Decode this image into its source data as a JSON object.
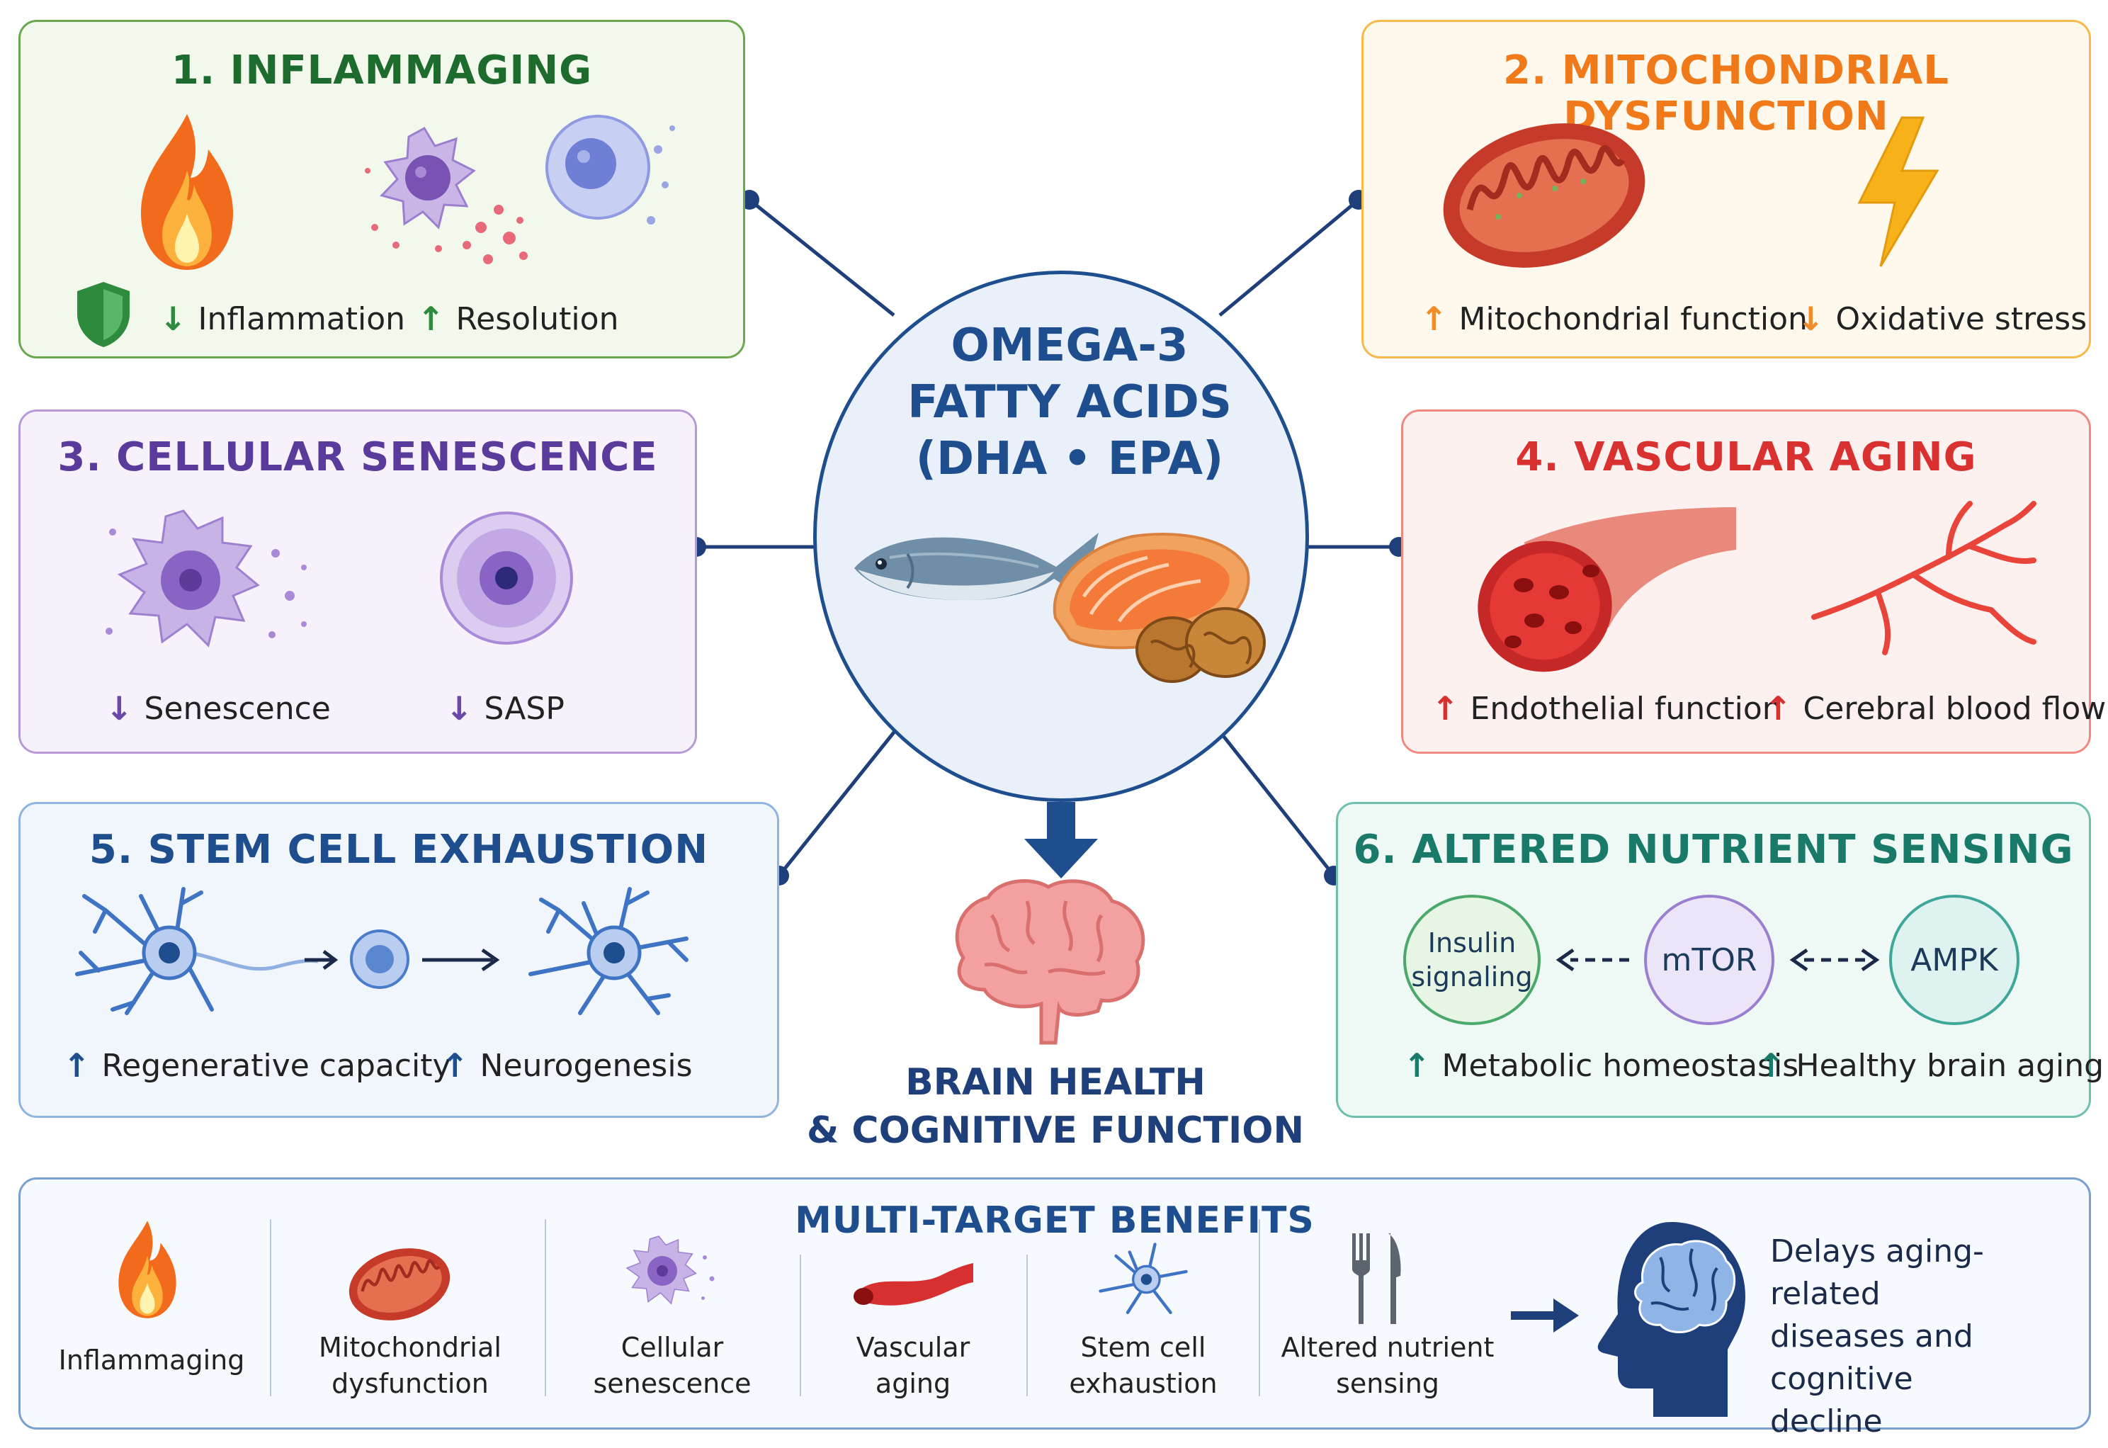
{
  "center": {
    "title_lines": [
      "OMEGA-3",
      "FATTY ACIDS",
      "(DHA • EPA)"
    ],
    "output_lines": [
      "BRAIN HEALTH",
      "& COGNITIVE FUNCTION"
    ]
  },
  "panels": [
    {
      "title": "1. INFLAMMAGING",
      "color": "#1e6b2e",
      "bullets": [
        {
          "arrow": "↓",
          "text": "Inflammation"
        },
        {
          "arrow": "↑",
          "text": "Resolution"
        }
      ]
    },
    {
      "title": "2. MITOCHONDRIAL DYSFUNCTION",
      "color": "#f07a1a",
      "bullets": [
        {
          "arrow": "↑",
          "text": "Mitochondrial function"
        },
        {
          "arrow": "↓",
          "text": "Oxidative stress"
        }
      ]
    },
    {
      "title": "3. CELLULAR SENESCENCE",
      "color": "#5a3a9a",
      "bullets": [
        {
          "arrow": "↓",
          "text": "Senescence"
        },
        {
          "arrow": "↓",
          "text": "SASP"
        }
      ]
    },
    {
      "title": "4. VASCULAR AGING",
      "color": "#d93030",
      "bullets": [
        {
          "arrow": "↑",
          "text": "Endothelial function"
        },
        {
          "arrow": "↑",
          "text": "Cerebral blood flow"
        }
      ]
    },
    {
      "title": "5. STEM CELL EXHAUSTION",
      "color": "#1f4e8e",
      "bullets": [
        {
          "arrow": "↑",
          "text": "Regenerative capacity"
        },
        {
          "arrow": "↑",
          "text": "Neurogenesis"
        }
      ]
    },
    {
      "title": "6. ALTERED NUTRIENT SENSING",
      "color": "#1a7a6a",
      "bullets": [
        {
          "arrow": "↑",
          "text": "Metabolic homeostasis"
        },
        {
          "arrow": "↑",
          "text": "Healthy brain aging"
        }
      ],
      "nodes": {
        "insulin": [
          "Insulin",
          "signaling"
        ],
        "mtor": "mTOR",
        "ampk": "AMPK"
      }
    }
  ],
  "benefits": {
    "title": "MULTI-TARGET BENEFITS",
    "items": [
      {
        "lines": [
          "Inflammaging"
        ]
      },
      {
        "lines": [
          "Mitochondrial",
          "dysfunction"
        ]
      },
      {
        "lines": [
          "Cellular",
          "senescence"
        ]
      },
      {
        "lines": [
          "Vascular",
          "aging"
        ]
      },
      {
        "lines": [
          "Stem cell",
          "exhaustion"
        ]
      },
      {
        "lines": [
          "Altered nutrient",
          "sensing"
        ]
      }
    ],
    "outcome_lines": [
      "Delays aging-related",
      "diseases and cognitive",
      "decline"
    ]
  },
  "colors": {
    "connector": "#1f3f7a",
    "panel1_bg": "#f3f8ec",
    "panel1_border": "#6aa84f",
    "panel2_bg": "#fff8ec",
    "panel2_border": "#f6b94a",
    "panel3_bg": "#f6f1fa",
    "panel3_border": "#b79ad6",
    "panel4_bg": "#fdf1f0",
    "panel4_border": "#ef8a82",
    "panel5_bg": "#f1f6fc",
    "panel5_border": "#8fb4dd",
    "panel6_bg": "#eef8f5",
    "panel6_border": "#6fbfae",
    "benefits_bg": "#f6f9fd",
    "benefits_border": "#7aa0cf"
  },
  "icons": [
    "flame-icon",
    "shield-icon",
    "immune-cell-icon",
    "mitochondrion-icon",
    "lightning-icon",
    "senescent-cell-icon",
    "healthy-cell-icon",
    "blood-vessel-icon",
    "capillary-icon",
    "neuron-icon",
    "stem-cell-icon",
    "fish-icon",
    "salmon-steak-icon",
    "walnut-icon",
    "brain-icon",
    "fork-knife-icon",
    "head-brain-icon"
  ]
}
